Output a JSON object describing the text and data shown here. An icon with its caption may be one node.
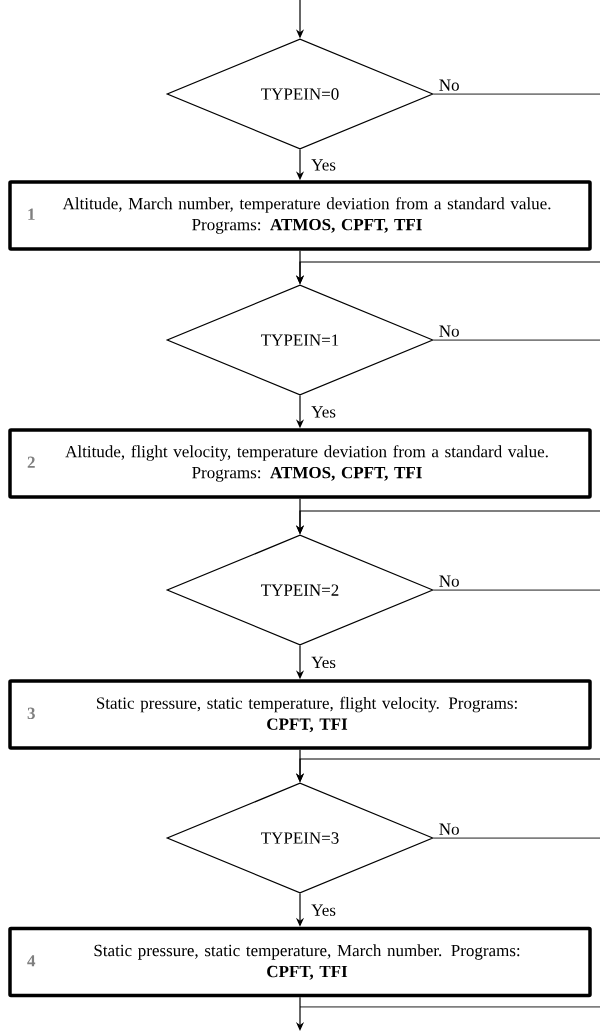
{
  "diagram": {
    "nodes": [
      {
        "text": [
          "TYPEIN=0"
        ]
      },
      {
        "text": [
          "1",
          "Altitude, March number, temperature deviation from a standard value. Programs: **ATMOS, CPFT, TFI**"
        ]
      },
      {
        "text": [
          "TYPEIN=1"
        ]
      },
      {
        "text": [
          "2",
          "Altitude, flight velocity, temperature deviation from a standard value. Programs: **ATMOS, CPFT, TFI**"
        ]
      },
      {
        "text": [
          "TYPEIN=2"
        ]
      },
      {
        "text": [
          "3",
          "Static pressure, static temperature, flight velocity. Programs: **CPFT, TFI**"
        ]
      },
      {
        "text": [
          "TYPEIN=3"
        ]
      },
      {
        "text": [
          "4",
          "Static pressure, static temperature, March number. Programs: **CPFT, TFI**"
        ]
      }
    ],
    "edges": [
      {
        "from": null,
        "to": 0,
        "arrow": "to"
      },
      {
        "from": 0,
        "to": 1,
        "arrow": "to",
        "label": "Yes"
      },
      {
        "from": 0,
        "to": null,
        "arrow": "none",
        "label": "No"
      },
      {
        "from": 1,
        "to": 2,
        "arrow": "to"
      },
      {
        "from": null,
        "to": 2,
        "arrow": "to"
      },
      {
        "from": 2,
        "to": 3,
        "arrow": "to",
        "label": "Yes"
      },
      {
        "from": 2,
        "to": null,
        "arrow": "none",
        "label": "No"
      },
      {
        "from": 3,
        "to": 4,
        "arrow": "to"
      },
      {
        "from": null,
        "to": 4,
        "arrow": "to"
      },
      {
        "from": 4,
        "to": 5,
        "arrow": "to",
        "label": "Yes"
      },
      {
        "from": 4,
        "to": null,
        "arrow": "none",
        "label": "No"
      },
      {
        "from": 5,
        "to": 6,
        "arrow": "to"
      },
      {
        "from": null,
        "to": 6,
        "arrow": "to"
      },
      {
        "from": 6,
        "to": 7,
        "arrow": "to",
        "label": "Yes"
      },
      {
        "from": 6,
        "to": null,
        "arrow": "none",
        "label": "No"
      },
      {
        "from": 7,
        "to": null,
        "arrow": "to"
      }
    ]
  }
}
